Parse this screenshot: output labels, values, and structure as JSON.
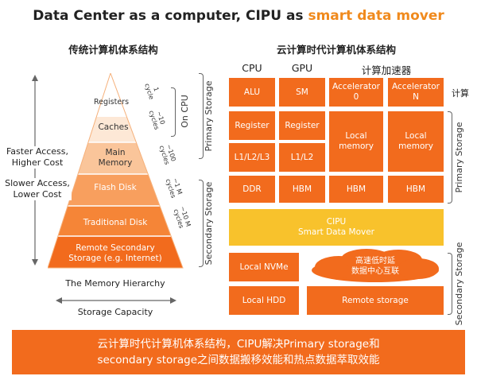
{
  "title": {
    "main": "Data Center as a computer, CIPU as ",
    "highlight": "smart data mover"
  },
  "left": {
    "heading": "传统计算机体系结构",
    "tiers": [
      "Registers",
      "Caches",
      "Main\nMemory",
      "Flash Disk",
      "Traditional Disk",
      "Remote Secondary\nStorage (e.g. Internet)"
    ],
    "latency": [
      "1\ncycle",
      "~10\ncycles",
      "~100\ncycles",
      "~1 M\ncycles",
      "~10 M\ncycles"
    ],
    "on_cpu": "On CPU",
    "primary_storage": "Primary Storage",
    "secondary_storage": "Secondary Storage",
    "faster": "Faster Access,\nHigher Cost",
    "slower": "Slower Access,\nLower Cost",
    "caption": "The Memory Hierarchy",
    "capacity": "Storage Capacity"
  },
  "right": {
    "heading": "云计算时代计算机体系结构",
    "col_heads": [
      "CPU",
      "GPU",
      "计算加速器"
    ],
    "compute_label": "计算",
    "row1": [
      "ALU",
      "SM",
      "Accelerator\n0",
      "Accelerator\nN"
    ],
    "row2": [
      "Register",
      "Register"
    ],
    "row3": [
      "L1/L2/L3",
      "L1/L2"
    ],
    "local_memory": [
      "Local\nmemory",
      "Local\nmemory"
    ],
    "row4": [
      "DDR",
      "HBM",
      "HBM",
      "HBM"
    ],
    "cipu": "CIPU\nSmart Data Mover",
    "nvme": "Local NVMe",
    "hdd": "Local HDD",
    "cloud": "高速低时延\n数据中心互联",
    "remote": "Remote storage",
    "primary_storage": "Primary Storage",
    "secondary_storage": "Secondary Storage"
  },
  "footer": "云计算时代计算机体系结构，CIPU解决Primary storage和\nsecondary storage之间数据搬移效能和热点数据萃取效能",
  "colors": {
    "accent": "#f26b1d",
    "yellow": "#f8c22c",
    "footer": "#f26b1d"
  }
}
